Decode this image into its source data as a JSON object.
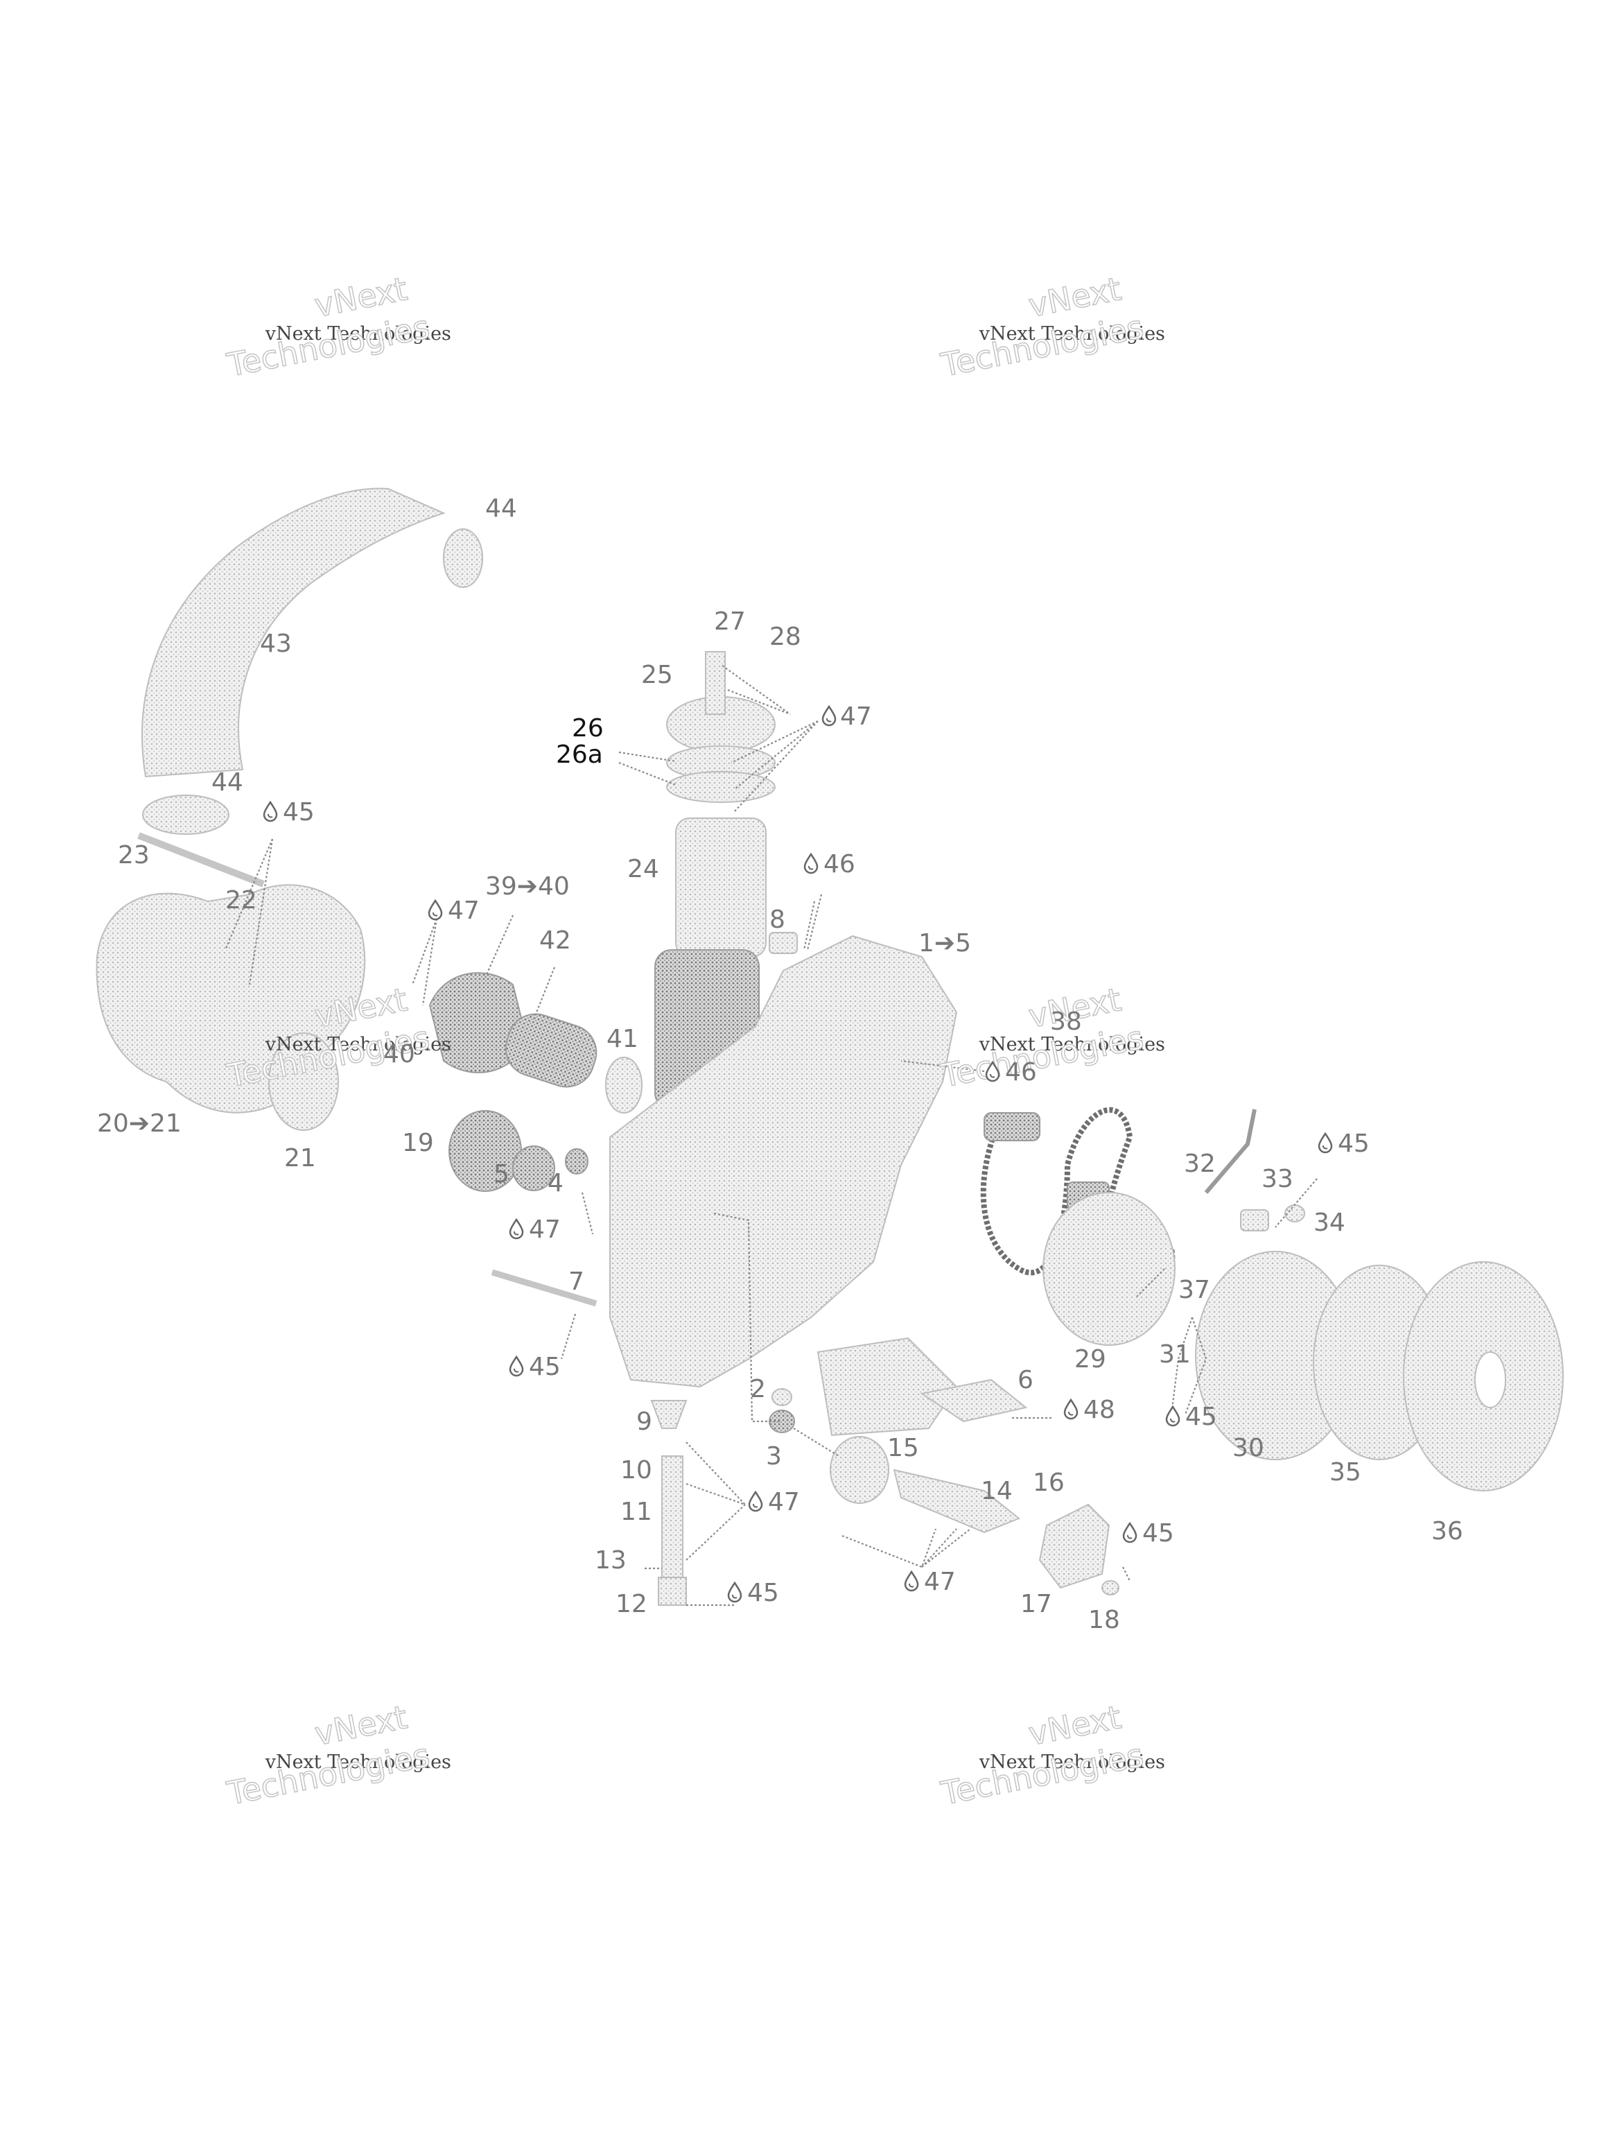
{
  "watermarks": [
    {
      "line1": "vNext",
      "line2": "vNext Technologies",
      "line3": "Technologies"
    },
    {
      "line1": "vNext",
      "line2": "vNext Technologies",
      "line3": "Technologies"
    },
    {
      "line1": "vNext",
      "line2": "vNext Technologies",
      "line3": "Technologies"
    },
    {
      "line1": "vNext",
      "line2": "vNext Technologies",
      "line3": "Technologies"
    },
    {
      "line1": "vNext",
      "line2": "vNext Technologies",
      "line3": "Technologies"
    },
    {
      "line1": "vNext",
      "line2": "vNext Technologies",
      "line3": "Technologies"
    }
  ],
  "callouts": {
    "c1to5": "1➔5",
    "c2": "2",
    "c3": "3",
    "c4": "4",
    "c5": "5",
    "c6": "6",
    "c7": "7",
    "c8": "8",
    "c9": "9",
    "c10": "10",
    "c11": "11",
    "c12": "12",
    "c13": "13",
    "c14": "14",
    "c15": "15",
    "c16": "16",
    "c17": "17",
    "c18": "18",
    "c19": "19",
    "c20to21": "20➔21",
    "c21": "21",
    "c22": "22",
    "c23": "23",
    "c24": "24",
    "c25": "25",
    "c26": "26",
    "c26a": "26a",
    "c27": "27",
    "c28": "28",
    "c29": "29",
    "c30": "30",
    "c31": "31",
    "c32": "32",
    "c33": "33",
    "c34": "34",
    "c35": "35",
    "c36": "36",
    "c37": "37",
    "c38": "38",
    "c39to40": "39➔40",
    "c40": "40",
    "c41": "41",
    "c42": "42",
    "c43": "43",
    "c44a": "44",
    "c44b": "44"
  },
  "lube_callouts": {
    "l45a": "45",
    "l45b": "45",
    "l45c": "45",
    "l45d": "45",
    "l45e": "45",
    "l45f": "45",
    "l46a": "46",
    "l46b": "46",
    "l47a": "47",
    "l47b": "47",
    "l47c": "47",
    "l47d": "47",
    "l47e": "47",
    "l48": "48"
  }
}
